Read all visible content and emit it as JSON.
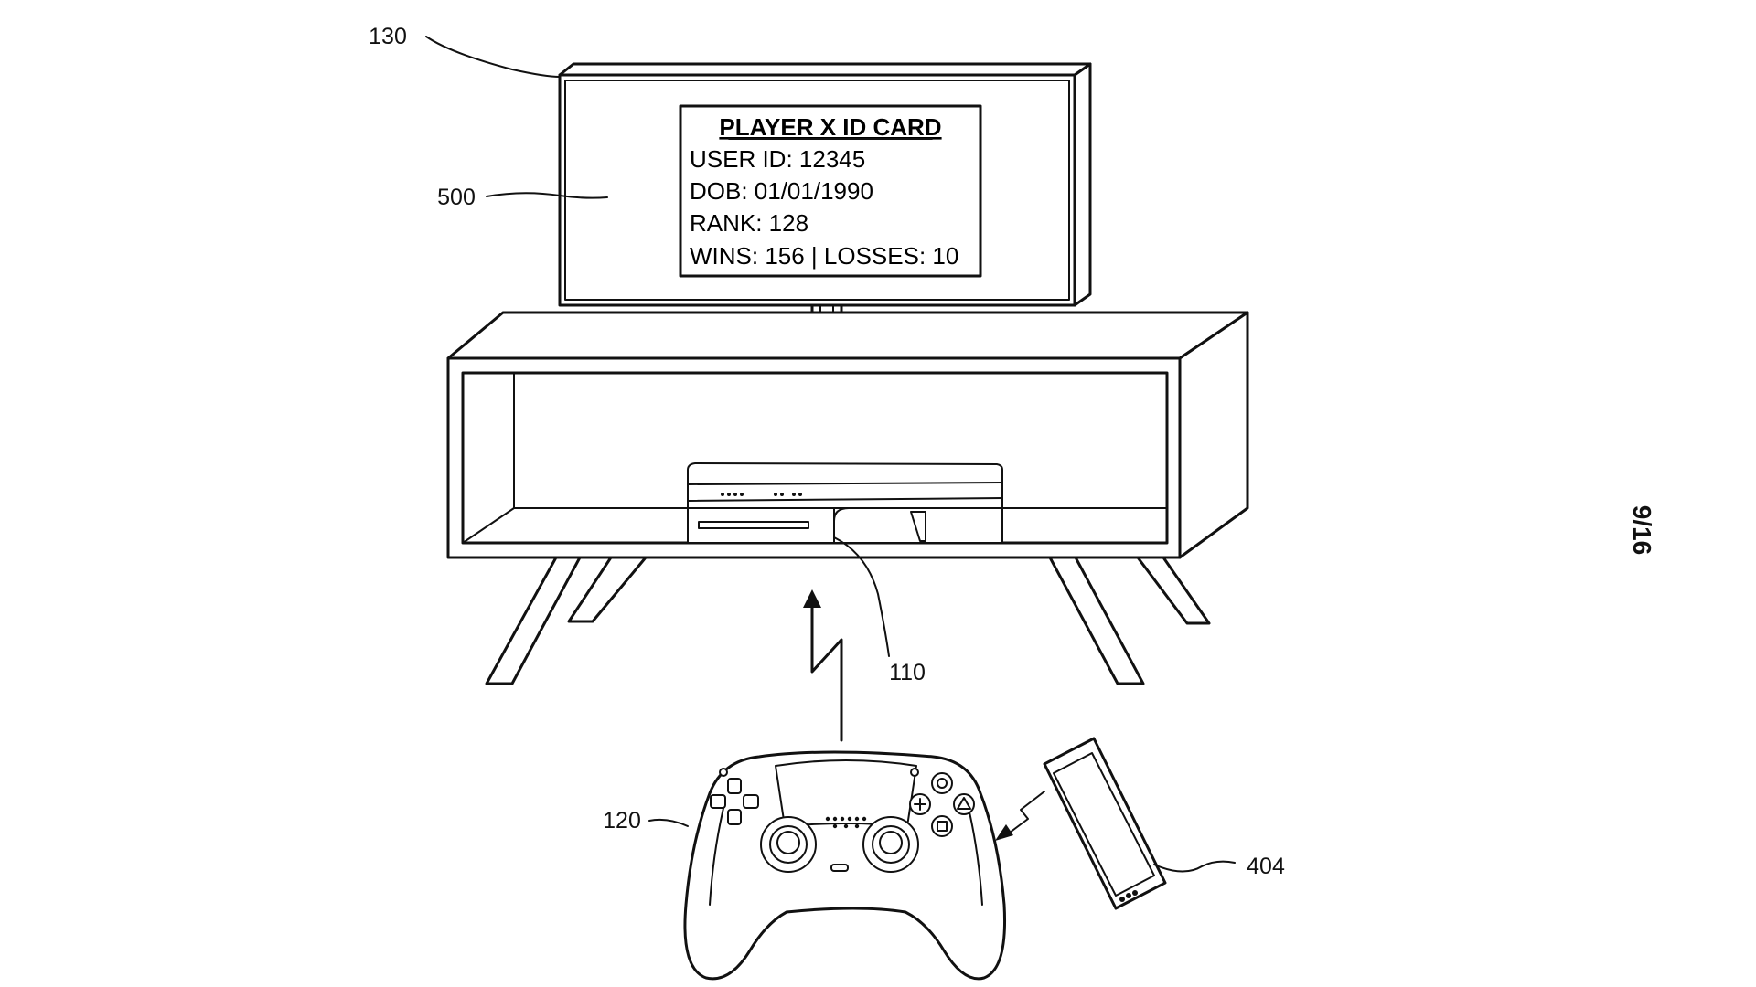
{
  "sheet": {
    "page_number": "9/16"
  },
  "references": {
    "display": "130",
    "screen_content": "500",
    "console": "110",
    "controller": "120",
    "phone": "404"
  },
  "id_card": {
    "title": "PLAYER X ID CARD",
    "lines": [
      "USER ID: 12345",
      "DOB: 01/01/1990",
      "RANK: 128",
      "WINS: 156 | LOSSES: 10"
    ]
  }
}
